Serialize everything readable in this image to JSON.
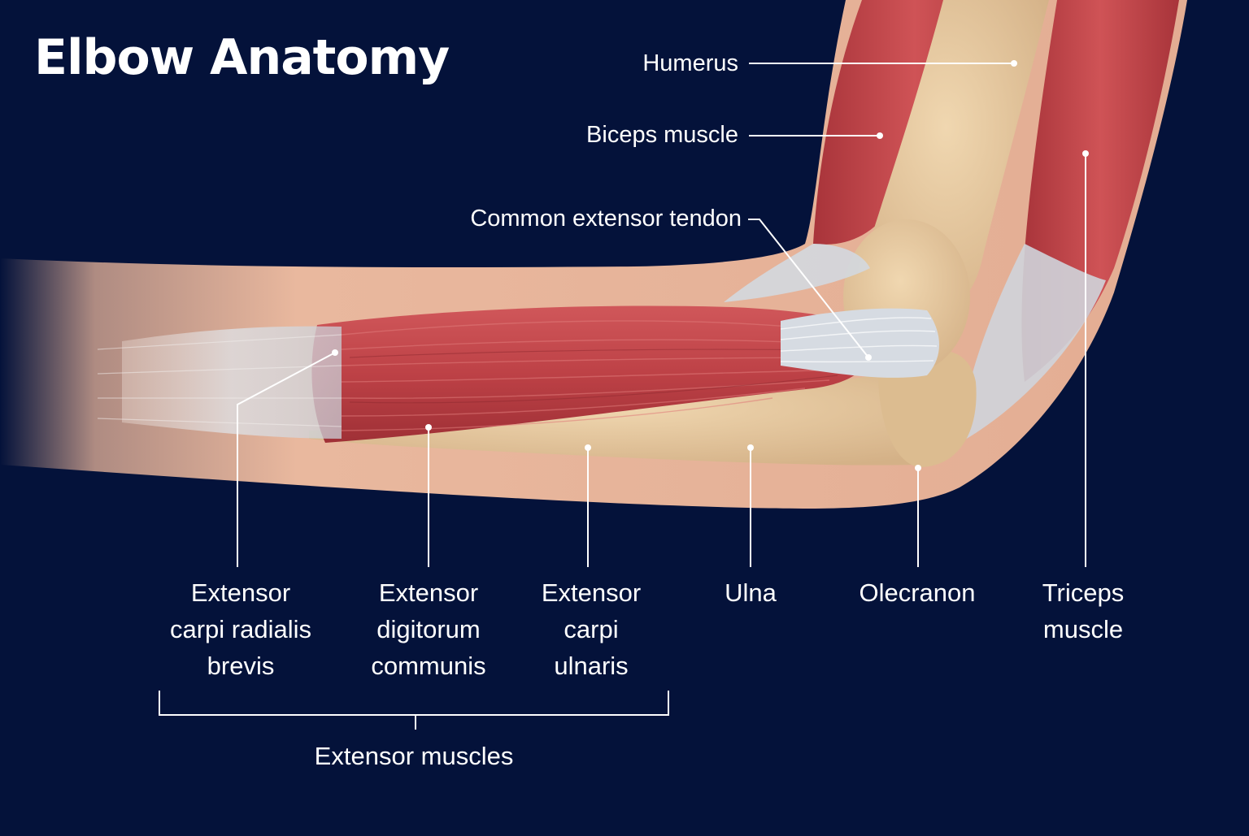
{
  "title": "Elbow Anatomy",
  "labels": {
    "humerus": "Humerus",
    "biceps": "Biceps muscle",
    "common_extensor_tendon": "Common extensor tendon",
    "ecrb": [
      "Extensor",
      "carpi radialis",
      "brevis"
    ],
    "edc": [
      "Extensor",
      "digitorum",
      "communis"
    ],
    "ecu": [
      "Extensor",
      "carpi",
      "ulnaris"
    ],
    "ulna": "Ulna",
    "olecranon": "Olecranon",
    "triceps": [
      "Triceps",
      "muscle"
    ],
    "extensor_group": "Extensor muscles"
  },
  "colors": {
    "background": "#04123a",
    "muscle": "#c2474a",
    "muscle_dark": "#9a2f34",
    "tendon": "#d8dde3",
    "bone": "#e6c9a0",
    "skin": "#e8b49a",
    "leader_line": "#ffffff"
  }
}
